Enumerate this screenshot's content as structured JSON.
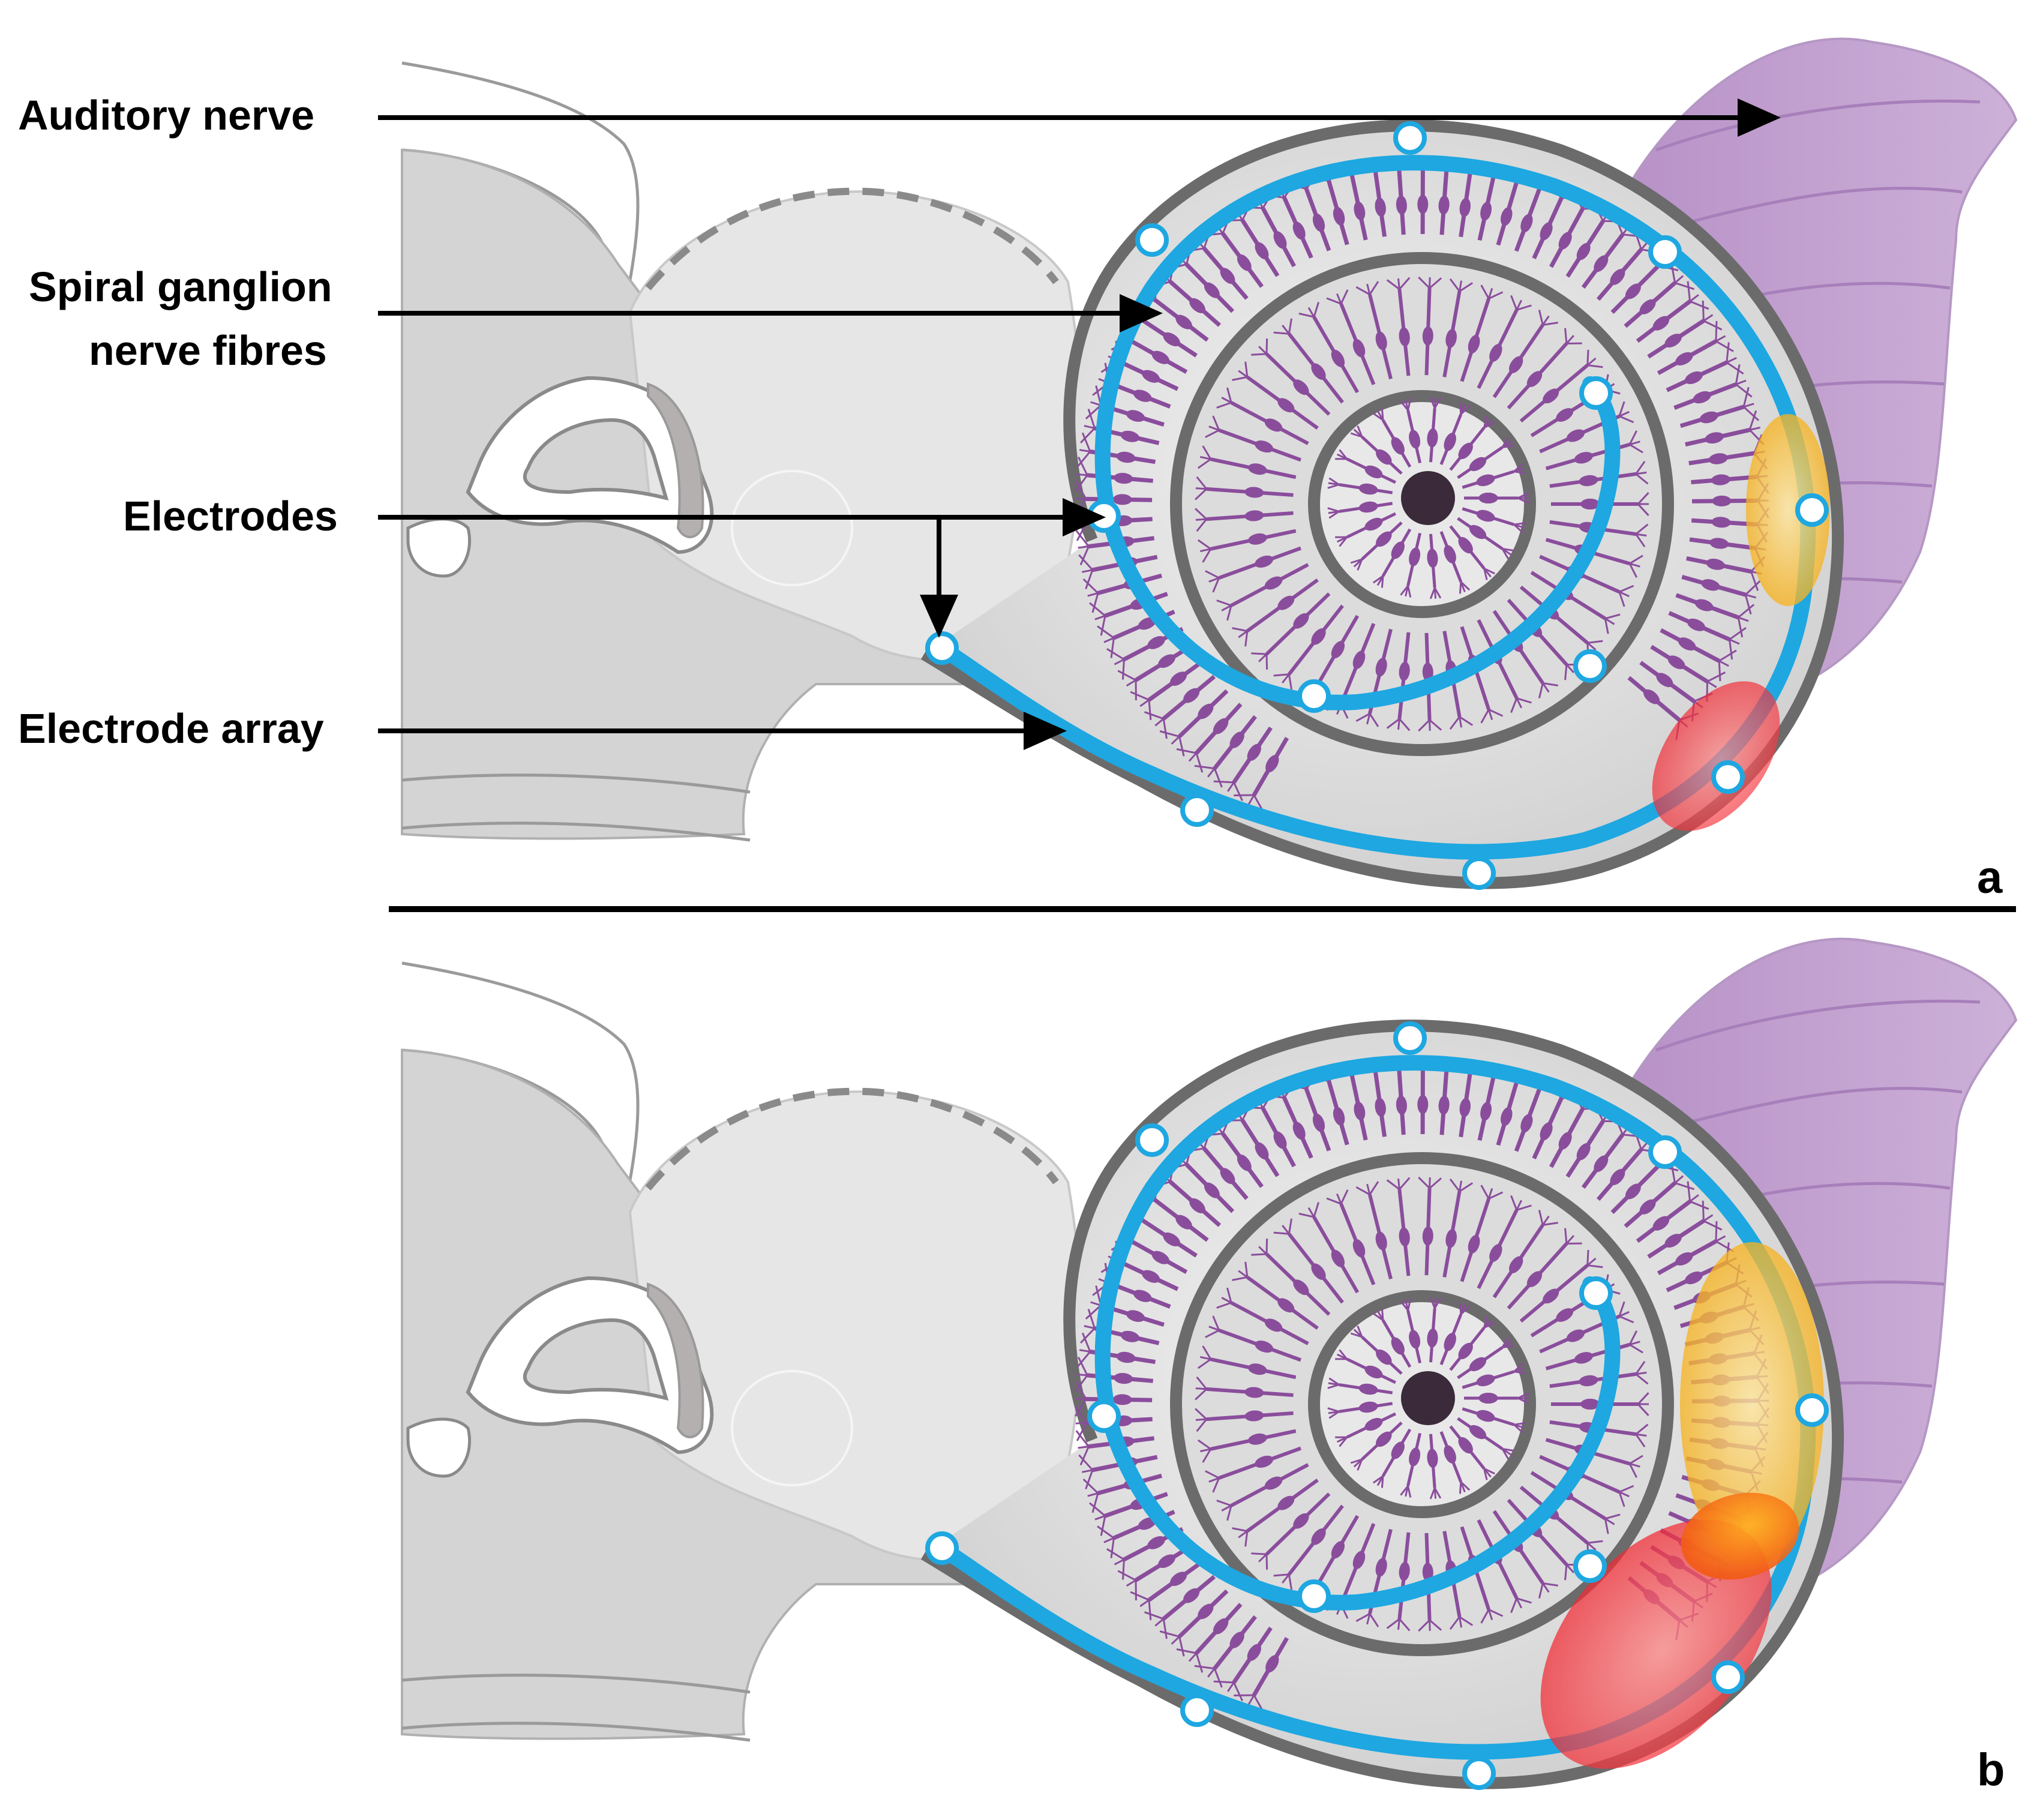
{
  "labels": {
    "auditory_nerve": "Auditory nerve",
    "spiral_ganglion_line1": "Spiral ganglion",
    "spiral_ganglion_line2": "nerve fibres",
    "electrodes": "Electrodes",
    "electrode_array": "Electrode array"
  },
  "panels": {
    "a": "a",
    "b": "b"
  },
  "colors": {
    "nerve_purple": "#c6a6d2",
    "fibre_purple": "#8a4d9c",
    "electrode_array_blue": "#1ea7e1",
    "cochlea_wall_gray": "#6b6b6b",
    "bone_gray": "#d8d8d8",
    "stimulation_narrow": "#f7b51c",
    "stimulation_wide_orange": "#f8b21a",
    "stimulation_red": "#f0202a"
  }
}
